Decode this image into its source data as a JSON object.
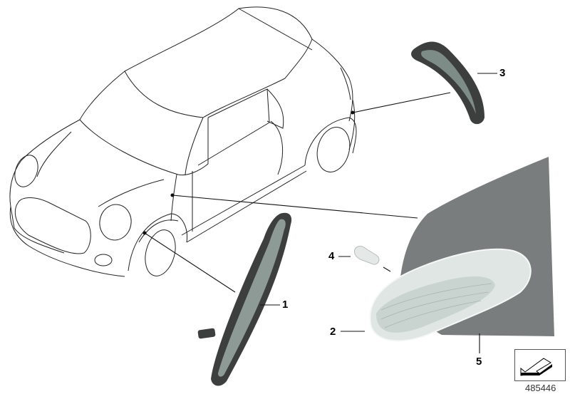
{
  "diagram": {
    "subject": "Side turn indicator lights - vehicle overview",
    "diagram_number": "485446",
    "colors": {
      "line": "#222222",
      "panel_gray": "#7a7d7d",
      "lens_green": "#8e9a96",
      "frame_dark": "#3d3f3f",
      "lens_clear": "#dfe6e3"
    },
    "parts": [
      {
        "number": "1",
        "item": "front side marker lamp (fender)"
      },
      {
        "number": "2",
        "item": "side turn indicator lens"
      },
      {
        "number": "3",
        "item": "rear side reflector"
      },
      {
        "number": "4",
        "item": "bulb"
      },
      {
        "number": "5",
        "item": "side panel / cover"
      }
    ],
    "nav_icon": "arrow-back-icon"
  }
}
